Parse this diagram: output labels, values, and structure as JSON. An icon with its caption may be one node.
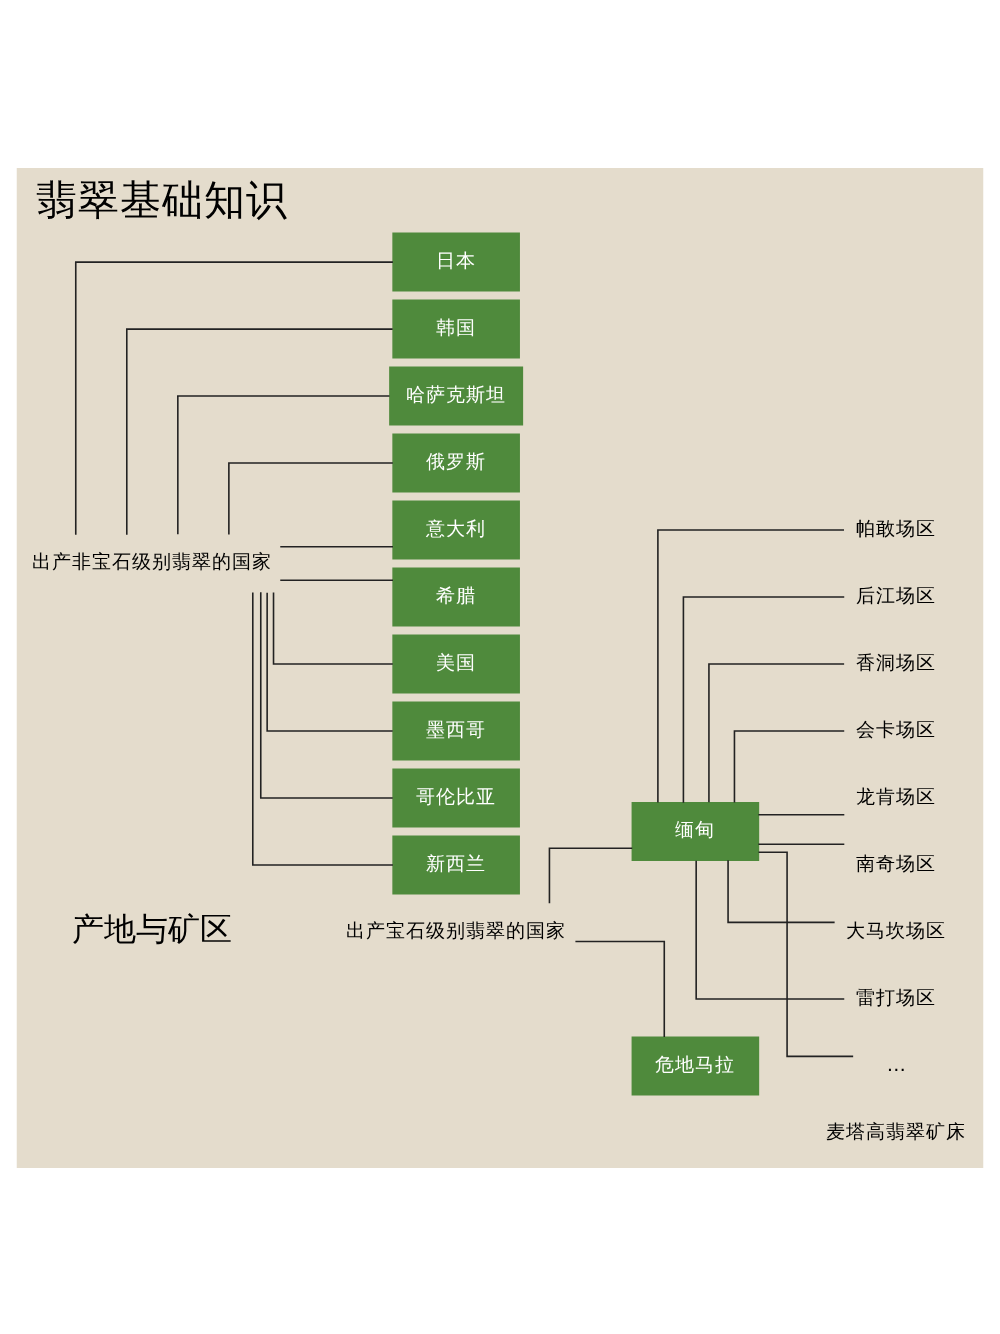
{
  "diagram": {
    "title": "翡翠基础知识",
    "nodes": [
      {
        "text": [
          "出产宝石级别翡翠的国家"
        ]
      },
      {
        "text": [
          "缅甸"
        ]
      },
      {
        "text": [
          "危地马拉"
        ],
        "beside": [
          "麦塔高翡翠矿床"
        ]
      },
      {
        "text": [
          "帕敢场区"
        ]
      },
      {
        "text": [
          "后江场区"
        ]
      },
      {
        "text": [
          "香洞场区"
        ]
      },
      {
        "text": [
          "会卡场区"
        ]
      },
      {
        "text": [
          "龙肯场区"
        ]
      },
      {
        "text": [
          "南奇场区"
        ]
      },
      {
        "text": [
          "大马坎场区"
        ]
      },
      {
        "text": [
          "雷打场区"
        ]
      },
      {
        "text": [
          "…"
        ]
      },
      {
        "text": [
          "出产非宝石级别翡翠的国家"
        ]
      },
      {
        "text": [
          "日本"
        ]
      },
      {
        "text": [
          "韩国"
        ]
      },
      {
        "text": [
          "哈萨克斯坦"
        ]
      },
      {
        "text": [
          "俄罗斯"
        ]
      },
      {
        "text": [
          "意大利"
        ]
      },
      {
        "text": [
          "希腊"
        ]
      },
      {
        "text": [
          "美国"
        ]
      },
      {
        "text": [
          "墨西哥"
        ]
      },
      {
        "text": [
          "哥伦比亚"
        ]
      },
      {
        "text": [
          "新西兰"
        ]
      }
    ],
    "edges": [
      {
        "from": 0,
        "to": 1,
        "arrow": "none"
      },
      {
        "from": 0,
        "to": 2,
        "arrow": "none"
      },
      {
        "from": 1,
        "to": 3,
        "arrow": "none"
      },
      {
        "from": 1,
        "to": 4,
        "arrow": "none"
      },
      {
        "from": 1,
        "to": 5,
        "arrow": "none"
      },
      {
        "from": 1,
        "to": 6,
        "arrow": "none"
      },
      {
        "from": 1,
        "to": 7,
        "arrow": "none"
      },
      {
        "from": 1,
        "to": 8,
        "arrow": "none"
      },
      {
        "from": 1,
        "to": 9,
        "arrow": "none"
      },
      {
        "from": 1,
        "to": 10,
        "arrow": "none"
      },
      {
        "from": 1,
        "to": 11,
        "arrow": "none"
      },
      {
        "from": 12,
        "to": 13,
        "arrow": "none"
      },
      {
        "from": 12,
        "to": 14,
        "arrow": "none"
      },
      {
        "from": 12,
        "to": 15,
        "arrow": "none"
      },
      {
        "from": 12,
        "to": 16,
        "arrow": "none"
      },
      {
        "from": 12,
        "to": 17,
        "arrow": "none"
      },
      {
        "from": 12,
        "to": 18,
        "arrow": "none"
      },
      {
        "from": 12,
        "to": 19,
        "arrow": "none"
      },
      {
        "from": 12,
        "to": 20,
        "arrow": "none"
      },
      {
        "from": 12,
        "to": 21,
        "arrow": "none"
      },
      {
        "from": 12,
        "to": 22,
        "arrow": "none"
      }
    ],
    "labels": [
      "产地与矿区"
    ]
  }
}
